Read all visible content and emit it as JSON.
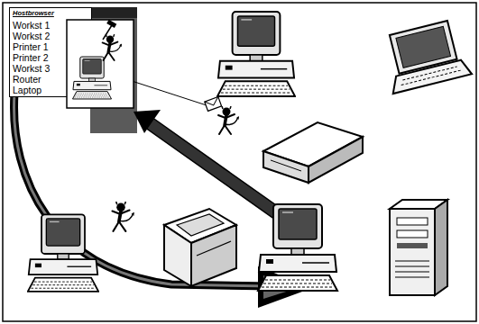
{
  "diagram": {
    "nodes": [
      {
        "text": [
          "Hostbrowser",
          "Workst 1",
          "Workst 2",
          "Printer 1",
          "Printer 2",
          "Workst 3",
          "Router",
          "Laptop"
        ]
      }
    ]
  }
}
